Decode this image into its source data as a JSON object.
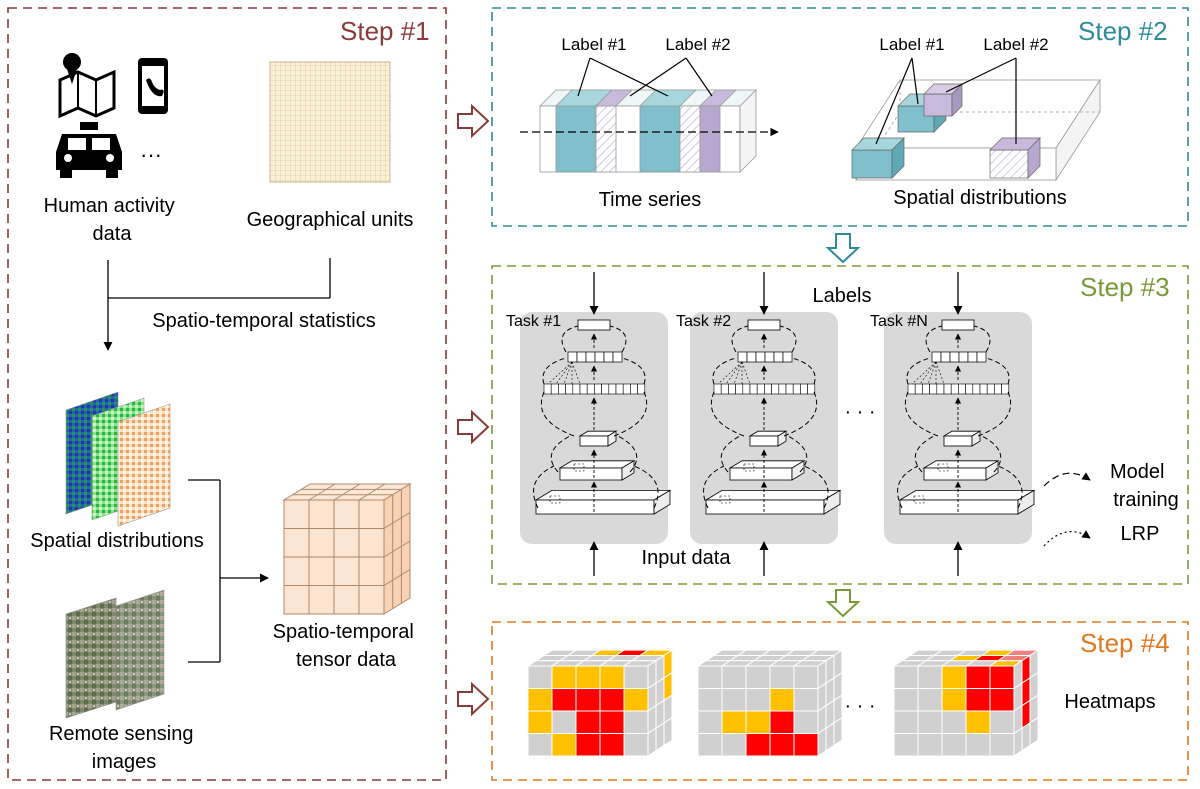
{
  "steps": {
    "step1": {
      "title": "Step #1",
      "color": "#8B3A3A"
    },
    "step2": {
      "title": "Step #2",
      "color": "#2E8B9A"
    },
    "step3": {
      "title": "Step #3",
      "color": "#7A9A3A"
    },
    "step4": {
      "title": "Step #4",
      "color": "#E07820"
    }
  },
  "step1": {
    "human_activity_label_line1": "Human activity",
    "human_activity_label_line2": "data",
    "ellipsis": "···",
    "geo_units_label": "Geographical units",
    "st_statistics_label": "Spatio-temporal statistics",
    "spatial_distributions_label": "Spatial distributions",
    "remote_sensing_label_line1": "Remote sensing",
    "remote_sensing_label_line2": "images",
    "tensor_label_line1": "Spatio-temporal",
    "tensor_label_line2": "tensor data",
    "icons": [
      "map-pin-icon",
      "phone-icon",
      "taxi-icon"
    ]
  },
  "step2": {
    "label1": "Label #1",
    "label2": "Label #2",
    "time_series_label": "Time series",
    "spatial_label": "Spatial distributions",
    "label1_color": "#7FC0CC",
    "label2_color": "#B8A8D0"
  },
  "step3": {
    "labels_title": "Labels",
    "input_title": "Input data",
    "tasks": [
      "Task #1",
      "Task #2",
      "Task #N"
    ],
    "dots": "· · ·",
    "legend_model": "Model",
    "legend_training": "training",
    "legend_lrp": "LRP",
    "layer_dots": "···"
  },
  "step4": {
    "heatmaps_label": "Heatmaps",
    "dots": "· · ·",
    "heat_colors": {
      "grey": "#D0D0D0",
      "yellow": "#FFC000",
      "red": "#FF0000",
      "pink": "#F08080"
    }
  }
}
